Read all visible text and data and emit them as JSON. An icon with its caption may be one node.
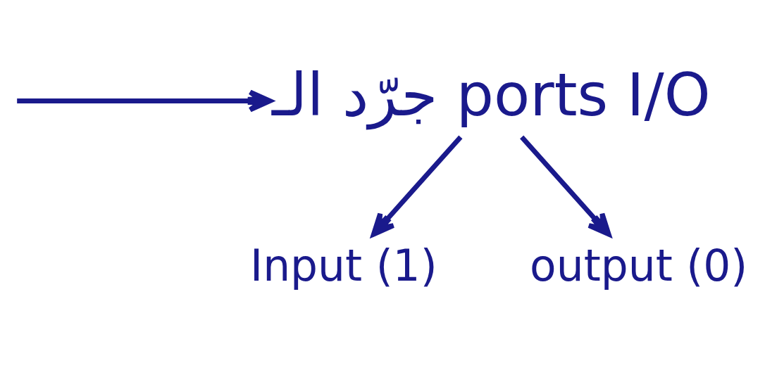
{
  "diagram": {
    "nodes": [
      {
        "text": [
          "جرّد الـ ports I/O"
        ]
      },
      {
        "text": [
          "Input (1)"
        ]
      },
      {
        "text": [
          "output (0)"
        ]
      }
    ],
    "edges": [
      {
        "from": null,
        "to": 0,
        "arrow": "to"
      },
      {
        "from": 0,
        "to": 1,
        "arrow": "to"
      },
      {
        "from": 0,
        "to": 2,
        "arrow": "to"
      }
    ]
  }
}
